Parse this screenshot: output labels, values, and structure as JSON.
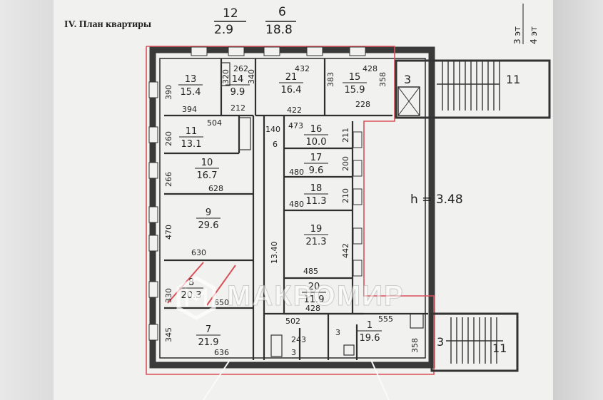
{
  "header": {
    "title": "IV. План квартиры",
    "fraction_left": {
      "num": "12",
      "den": "2.9"
    },
    "fraction_right": {
      "num": "6",
      "den": "18.8"
    },
    "floor_mark": {
      "num": "3 эт",
      "den": "4 эт"
    }
  },
  "height_label": "h = 3.48",
  "watermark": "МАКРОМИР",
  "rooms": [
    {
      "id": "room-13",
      "number": "13",
      "area": "15.4"
    },
    {
      "id": "room-14",
      "number": "14",
      "area": "9.9"
    },
    {
      "id": "room-21",
      "number": "21",
      "area": "16.4"
    },
    {
      "id": "room-15",
      "number": "15",
      "area": "15.9"
    },
    {
      "id": "room-11",
      "number": "11",
      "area": "13.1"
    },
    {
      "id": "room-10",
      "number": "10",
      "area": "16.7"
    },
    {
      "id": "room-9",
      "number": "9",
      "area": "29.6"
    },
    {
      "id": "room-8",
      "number": "8",
      "area": "20.3"
    },
    {
      "id": "room-7",
      "number": "7",
      "area": "21.9"
    },
    {
      "id": "room-16",
      "number": "16",
      "area": "10.0"
    },
    {
      "id": "room-17",
      "number": "17",
      "area": "9.6"
    },
    {
      "id": "room-18",
      "number": "18",
      "area": "11.3"
    },
    {
      "id": "room-19",
      "number": "19",
      "area": "21.3"
    },
    {
      "id": "room-20",
      "number": "20",
      "area": "11.9"
    },
    {
      "id": "room-1",
      "number": "1",
      "area": "19.6"
    }
  ],
  "dimensions": {
    "d390": "390",
    "d394": "394",
    "d262": "262",
    "d340a": "340",
    "d432": "432",
    "d320": "320",
    "d383": "383",
    "d428a": "428",
    "d358a": "358",
    "d212": "212",
    "d422": "422",
    "d228": "228",
    "d260": "260",
    "d504": "504",
    "d140": "140",
    "d473": "473",
    "d211": "211",
    "d6": "6",
    "d266": "266",
    "d628": "628",
    "d480a": "480",
    "d200": "200",
    "d480b": "480",
    "d210": "210",
    "d470": "470",
    "d1340": "13.40",
    "d442": "442",
    "d630": "630",
    "d485": "485",
    "d330": "330",
    "d650": "650",
    "d428b": "428",
    "d502": "502",
    "d555": "555",
    "d345": "345",
    "d636": "636",
    "d243": "243",
    "d358b": "358",
    "d3a": "3",
    "d3b": "3"
  },
  "stairs": {
    "top_label": "11",
    "bottom_label": "11",
    "top_num": "3",
    "bottom_num": "3"
  }
}
